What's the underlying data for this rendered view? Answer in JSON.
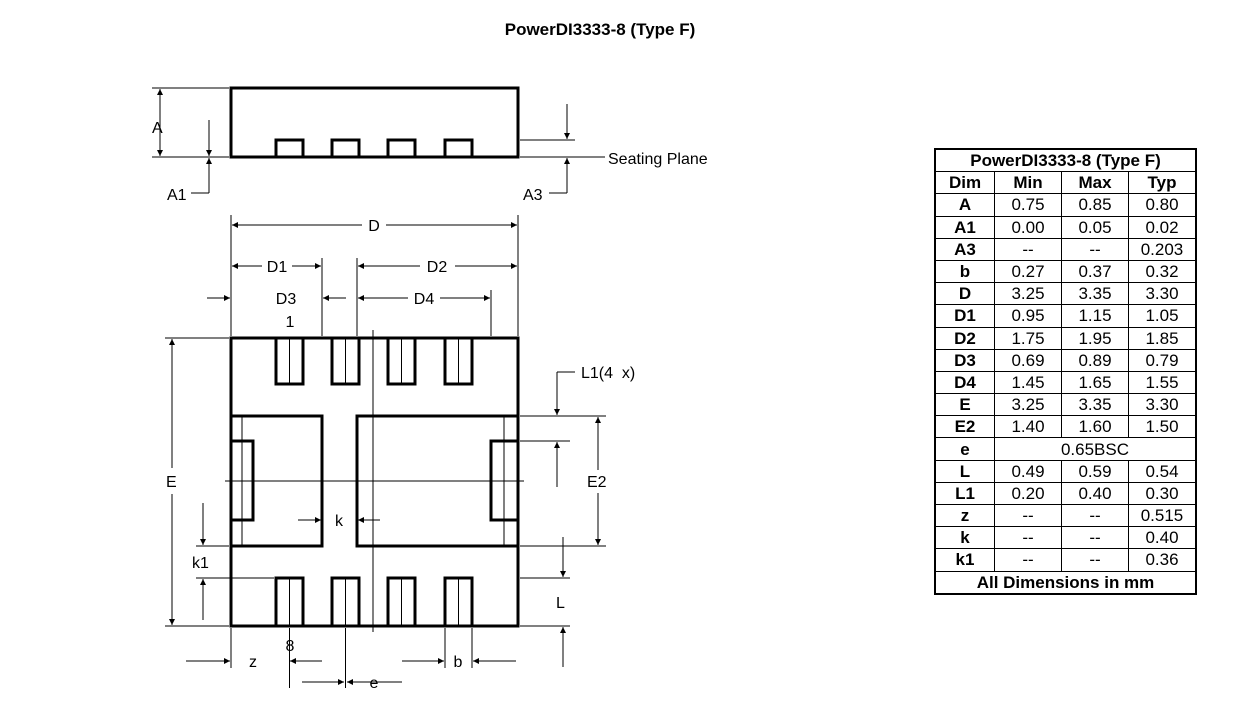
{
  "title": "PowerDI3333-8 (Type F)",
  "labels": {
    "A": "A",
    "A1": "A1",
    "A3": "A3",
    "seating_plane": "Seating Plane",
    "D": "D",
    "D1": "D1",
    "D2": "D2",
    "D3": "D3",
    "D4": "D4",
    "pin1": "1",
    "pin8": "8",
    "L1": "L1(4  x)",
    "E": "E",
    "E2": "E2",
    "k": "k",
    "k1": "k1",
    "L": "L",
    "z": "z",
    "e": "e",
    "b": "b"
  },
  "table": {
    "title": "PowerDI3333-8 (Type F)",
    "headers": [
      "Dim",
      "Min",
      "Max",
      "Typ"
    ],
    "rows": [
      [
        "A",
        "0.75",
        "0.85",
        "0.80"
      ],
      [
        "A1",
        "0.00",
        "0.05",
        "0.02"
      ],
      [
        "A3",
        "--",
        "--",
        "0.203"
      ],
      [
        "b",
        "0.27",
        "0.37",
        "0.32"
      ],
      [
        "D",
        "3.25",
        "3.35",
        "3.30"
      ],
      [
        "D1",
        "0.95",
        "1.15",
        "1.05"
      ],
      [
        "D2",
        "1.75",
        "1.95",
        "1.85"
      ],
      [
        "D3",
        "0.69",
        "0.89",
        "0.79"
      ],
      [
        "D4",
        "1.45",
        "1.65",
        "1.55"
      ],
      [
        "E",
        "3.25",
        "3.35",
        "3.30"
      ],
      [
        "E2",
        "1.40",
        "1.60",
        "1.50"
      ],
      [
        "e",
        "0.65BSC"
      ],
      [
        "L",
        "0.49",
        "0.59",
        "0.54"
      ],
      [
        "L1",
        "0.20",
        "0.40",
        "0.30"
      ],
      [
        "z",
        "--",
        "--",
        "0.515"
      ],
      [
        "k",
        "--",
        "--",
        "0.40"
      ],
      [
        "k1",
        "--",
        "--",
        "0.36"
      ]
    ],
    "footer": "All Dimensions in mm"
  }
}
